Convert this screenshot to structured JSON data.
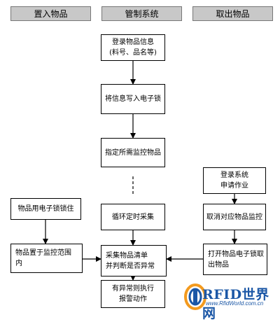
{
  "headers": {
    "left": "置入物品",
    "center": "管制系统",
    "right": "取出物品"
  },
  "nodes": {
    "register_item": "登录物品信息\n(料号、品名等)",
    "write_lock": "将信息写入电子锁",
    "designate_items": "指定所需监控物品",
    "loop_timer": "循环定时采集",
    "collect_list": "采集物品清单\n并判断是否异常",
    "alarm": "有异常则执行\n报警动作",
    "lock_item": "物品用电子锁锁住",
    "place_item": "物品置于监控范围\n内",
    "login_apply": "登录系统\n申请作业",
    "cancel_monitor": "取消对应物品监控",
    "open_lock": "打开物品电子锁取\n出物品"
  },
  "logo": {
    "brand": "RFID世界网",
    "url": "www.RfidWorld.com.cn"
  },
  "colors": {
    "header_fill": "#c8c8c8",
    "logo_blue": "#1b57a6",
    "logo_orange": "#f39a1e"
  }
}
